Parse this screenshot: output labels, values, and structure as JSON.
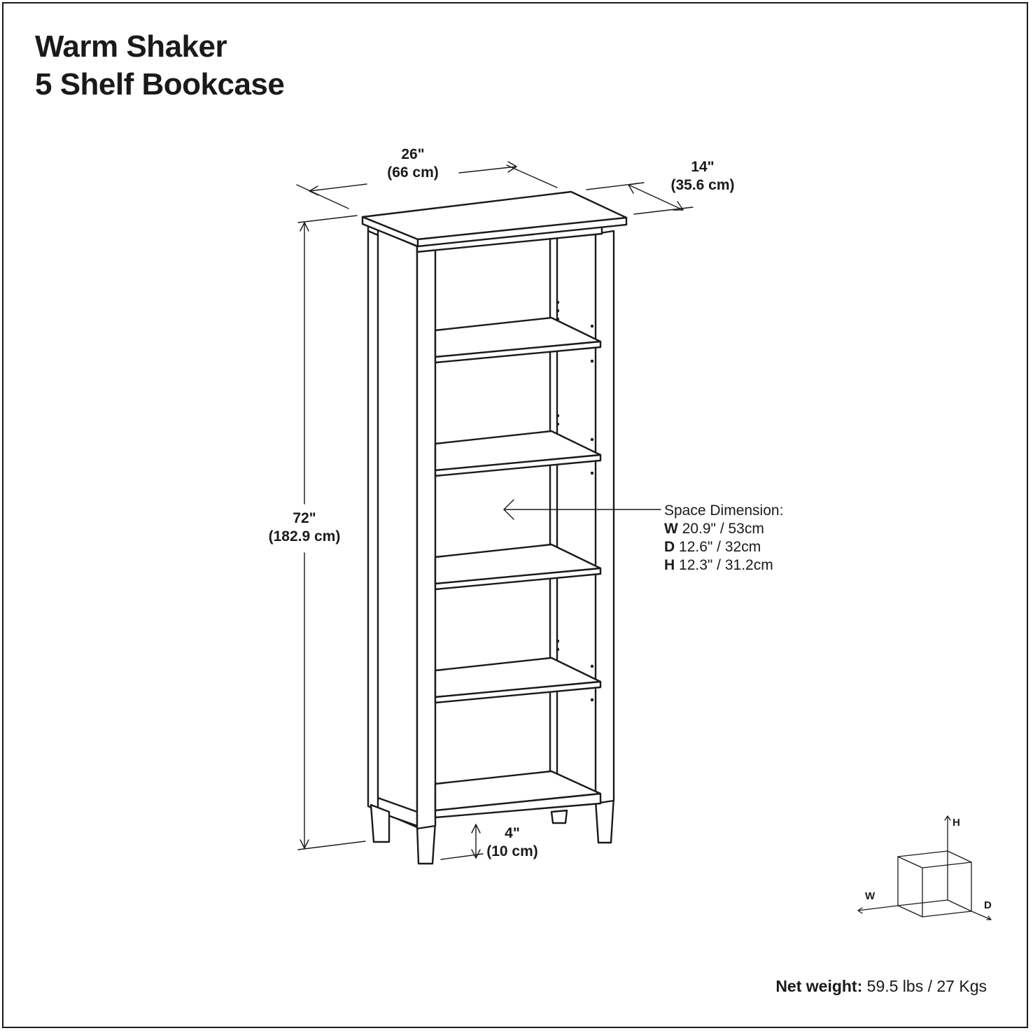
{
  "title": {
    "line1": "Warm Shaker",
    "line2": "5 Shelf Bookcase"
  },
  "dimensions": {
    "width": {
      "imperial": "26\"",
      "metric": "(66 cm)"
    },
    "depth": {
      "imperial": "14\"",
      "metric": "(35.6 cm)"
    },
    "height": {
      "imperial": "72\"",
      "metric": "(182.9 cm)"
    },
    "leg": {
      "imperial": "4\"",
      "metric": "(10 cm)"
    }
  },
  "space_dimension": {
    "heading": "Space Dimension:",
    "rows": [
      {
        "axis": "W",
        "value": "20.9\" / 53cm"
      },
      {
        "axis": "D",
        "value": "12.6\" / 32cm"
      },
      {
        "axis": "H",
        "value": "12.3\" / 31.2cm"
      }
    ]
  },
  "axis_legend": {
    "h": "H",
    "w": "W",
    "d": "D"
  },
  "net_weight": {
    "label": "Net weight:",
    "value": "59.5 lbs / 27 Kgs"
  },
  "colors": {
    "line": "#1a1a1a",
    "background": "#ffffff"
  }
}
